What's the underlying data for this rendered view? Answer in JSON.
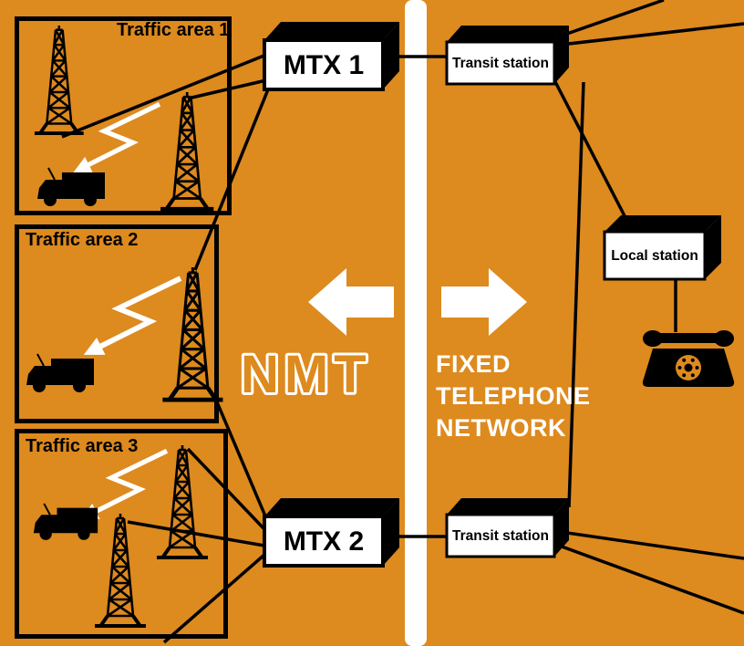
{
  "colors": {
    "background": "#dd8a1e",
    "divider": "#ffffff",
    "line": "#000000",
    "node_face": "#ffffff",
    "node_side": "#000000",
    "light_text": "#ffffff",
    "dark_text": "#000000"
  },
  "traffic_areas": [
    {
      "label": "Traffic area 1"
    },
    {
      "label": "Traffic area 2"
    },
    {
      "label": "Traffic area 3"
    }
  ],
  "network": {
    "mtx1": "MTX 1",
    "mtx2": "MTX 2",
    "transit1": "Transit station",
    "transit2": "Transit station",
    "local": "Local station"
  },
  "labels": {
    "nmt": "NMT",
    "fixed": "FIXED\nTELEPHONE\nNETWORK"
  },
  "icons": {
    "tower": "radio-tower",
    "truck": "mobile-unit-truck",
    "bolt": "radio-link",
    "phone": "telephone",
    "arrow_left": "arrow-left",
    "arrow_right": "arrow-right"
  }
}
